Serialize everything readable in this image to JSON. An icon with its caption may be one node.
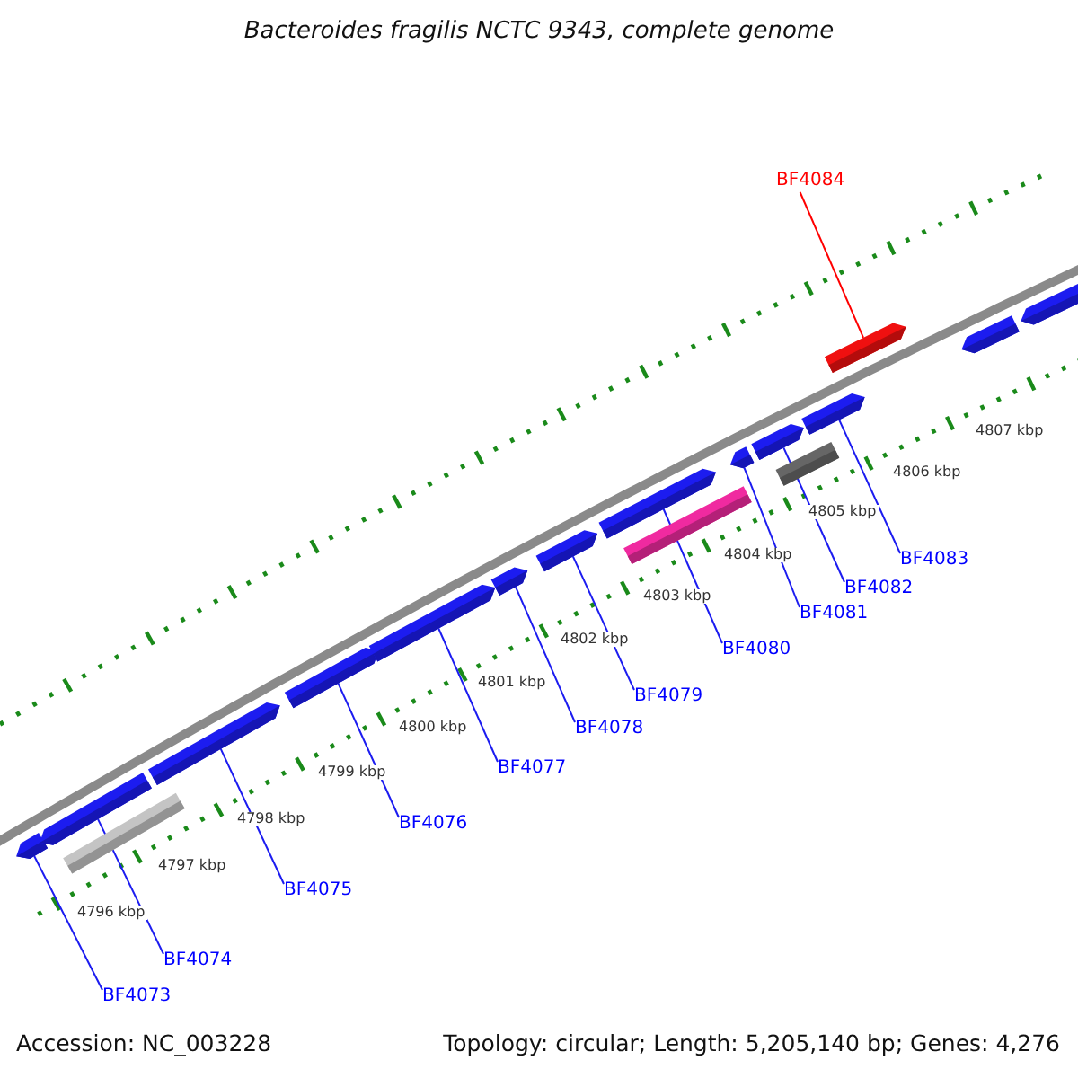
{
  "diagram": {
    "title": "Bacteroides fragilis NCTC 9343, complete genome",
    "nodes": [
      {
        "text": [
          "BF4073"
        ]
      },
      {
        "text": [
          "BF4074"
        ]
      },
      {
        "text": [
          "BF4075"
        ]
      },
      {
        "text": [
          "BF4076"
        ]
      },
      {
        "text": [
          "BF4077"
        ]
      },
      {
        "text": [
          "BF4078"
        ]
      },
      {
        "text": [
          "BF4079"
        ]
      },
      {
        "text": [
          "BF4080"
        ]
      },
      {
        "text": [
          "BF4081"
        ]
      },
      {
        "text": [
          "BF4082"
        ]
      },
      {
        "text": [
          "BF4083"
        ]
      },
      {
        "text": [
          "BF4084"
        ]
      },
      {
        "text": [],
        "shape": "bar"
      },
      {
        "text": [],
        "shape": "bar"
      },
      {
        "text": [],
        "shape": "bar"
      },
      {
        "text": [],
        "shape": "bar"
      },
      {
        "text": [],
        "shape": "bar"
      },
      {
        "text": [],
        "shape": "bar"
      },
      {
        "text": [],
        "shape": "bar"
      },
      {
        "text": [],
        "shape": "bar"
      },
      {
        "text": [],
        "shape": "bar"
      },
      {
        "text": [],
        "shape": "bar"
      },
      {
        "text": [],
        "shape": "bar"
      },
      {
        "text": [],
        "shape": "bar"
      },
      {
        "text": [],
        "shape": "bar"
      },
      {
        "text": [],
        "shape": "bar"
      },
      {
        "text": [],
        "shape": "bar"
      },
      {
        "text": [],
        "shape": "bar"
      },
      {
        "text": [],
        "shape": "bar"
      }
    ],
    "edges": [
      {
        "from": 0,
        "to": 12,
        "arrow": "none"
      },
      {
        "from": 1,
        "to": 14,
        "arrow": "none"
      },
      {
        "from": 2,
        "to": 15,
        "arrow": "none"
      },
      {
        "from": 3,
        "to": 16,
        "arrow": "none"
      },
      {
        "from": 4,
        "to": 17,
        "arrow": "none"
      },
      {
        "from": 5,
        "to": 18,
        "arrow": "none"
      },
      {
        "from": 6,
        "to": 19,
        "arrow": "none"
      },
      {
        "from": 7,
        "to": 20,
        "arrow": "none"
      },
      {
        "from": 8,
        "to": 22,
        "arrow": "none"
      },
      {
        "from": 9,
        "to": 23,
        "arrow": "none"
      },
      {
        "from": 10,
        "to": 25,
        "arrow": "none"
      },
      {
        "from": 11,
        "to": 26,
        "arrow": "none",
        "color": "#ff0000"
      }
    ],
    "labels": [
      "4796 kbp",
      "4797 kbp",
      "4798 kbp",
      "4799 kbp",
      "4800 kbp",
      "4801 kbp",
      "4802 kbp",
      "4803 kbp",
      "4804 kbp",
      "4805 kbp",
      "4806 kbp",
      "4807 kbp",
      "Accession: NC_003228",
      "Topology: circular; Length: 5,205,140 bp; Genes: 4,276"
    ]
  }
}
